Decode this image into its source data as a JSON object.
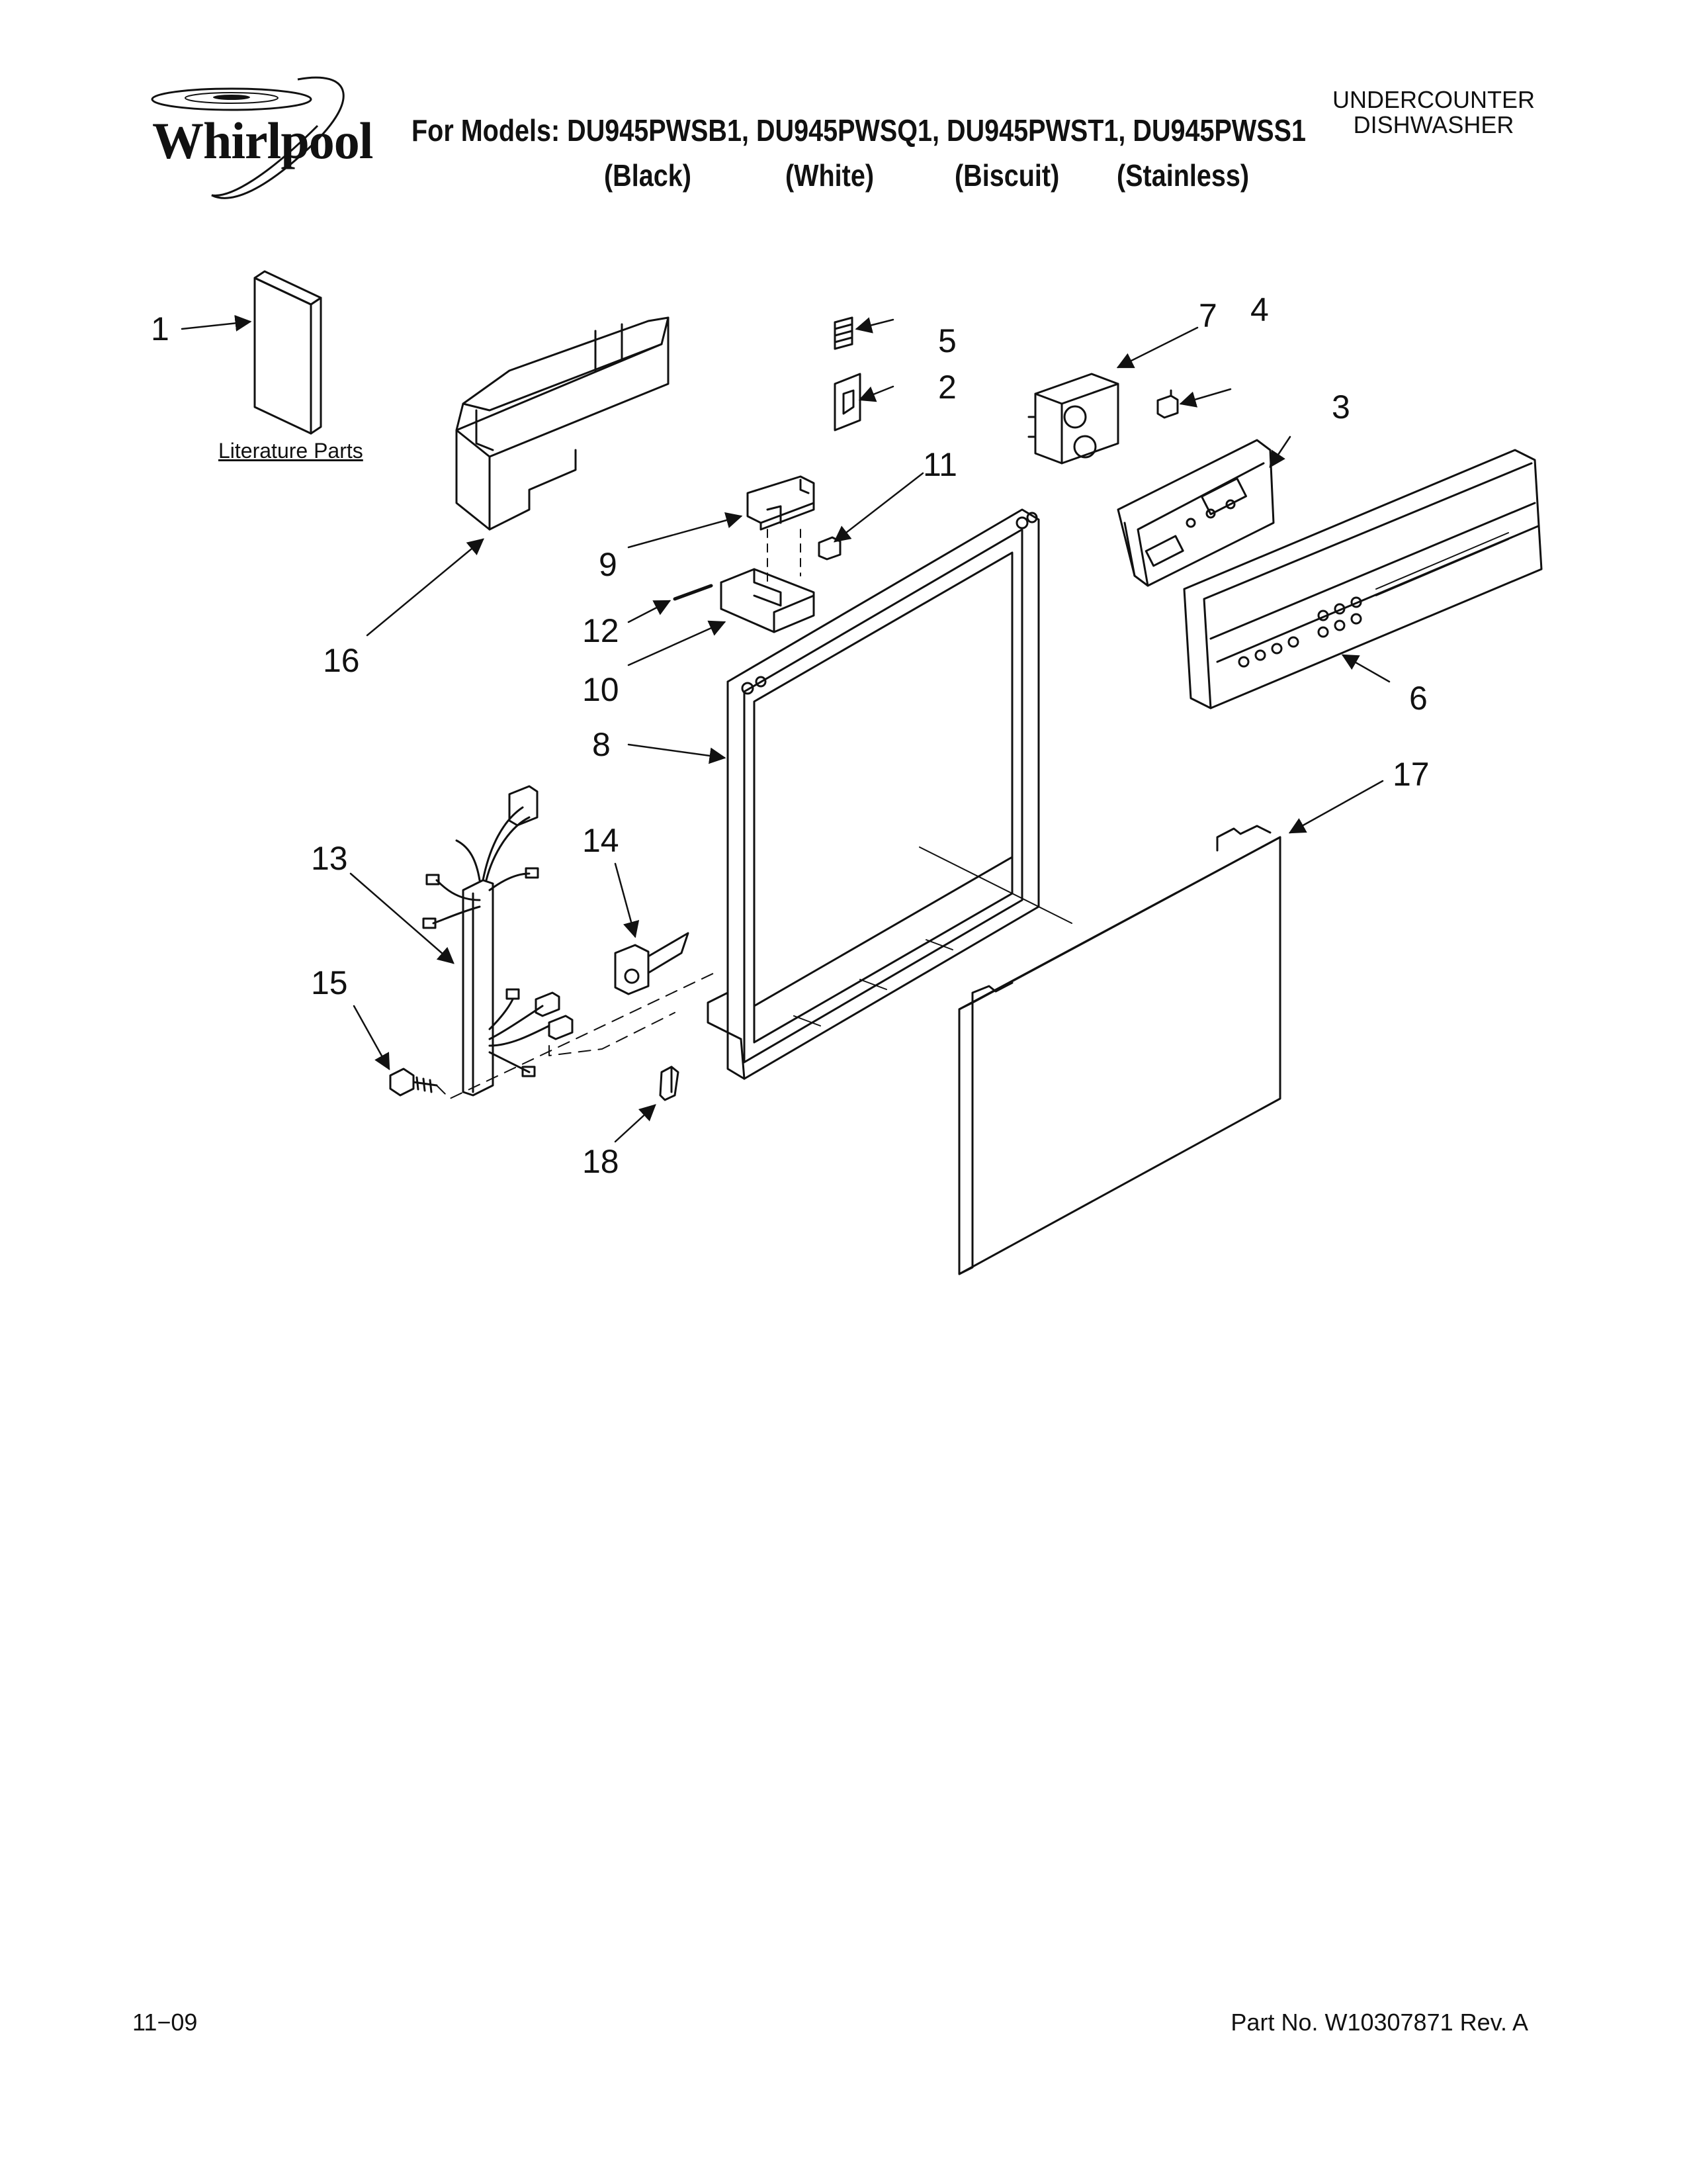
{
  "header": {
    "brand": "Whirlpool",
    "models_line": "For Models: DU945PWSB1, DU945PWSQ1, DU945PWST1, DU945PWSS1",
    "variants": [
      "(Black)",
      "(White)",
      "(Biscuit)",
      "(Stainless)"
    ],
    "doc_type_line1": "UNDERCOUNTER",
    "doc_type_line2": "DISHWASHER"
  },
  "diagram": {
    "literature_label": "Literature Parts",
    "callouts": [
      "1",
      "2",
      "3",
      "4",
      "5",
      "6",
      "7",
      "8",
      "9",
      "10",
      "11",
      "12",
      "13",
      "14",
      "15",
      "16",
      "17",
      "18"
    ]
  },
  "footer": {
    "date": "11−09",
    "part_no": "Part No. W10307871 Rev. A"
  }
}
